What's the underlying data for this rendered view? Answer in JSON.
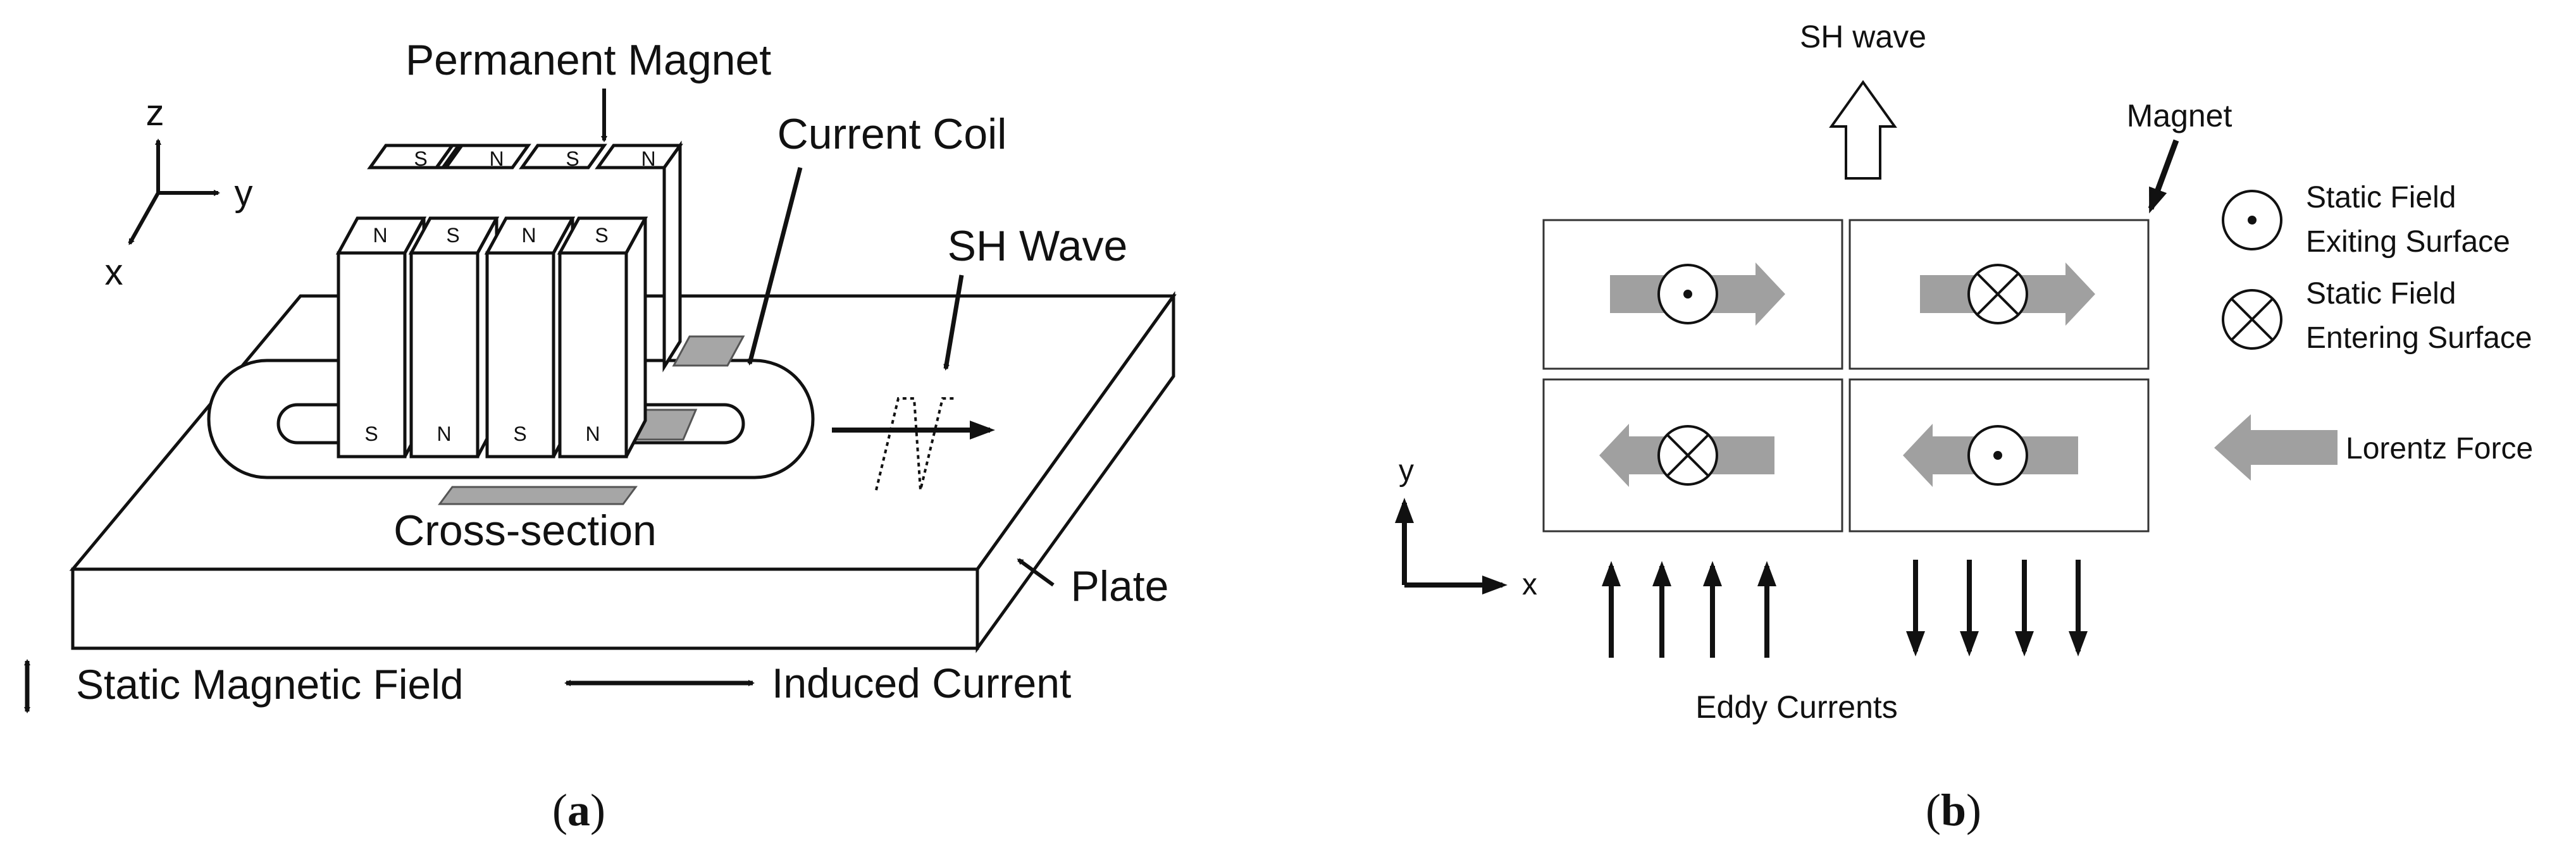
{
  "panel_a": {
    "axes": {
      "z": "z",
      "y": "y",
      "x": "x"
    },
    "labels": {
      "permanent_magnet": "Permanent Magnet",
      "current_coil": "Current Coil",
      "sh_wave": "SH Wave",
      "cross_section": "Cross-section",
      "plate": "Plate"
    },
    "magnet_poles_back": [
      "S",
      "N",
      "S",
      "N"
    ],
    "magnet_poles_front_top": [
      "N",
      "S",
      "N",
      "S"
    ],
    "magnet_poles_front_bottom": [
      "S",
      "N",
      "S",
      "N"
    ],
    "legend": {
      "static_field": "Static Magnetic Field",
      "induced_current": "Induced Current"
    },
    "caption": {
      "open": "(",
      "letter": "a",
      "close": ")"
    }
  },
  "panel_b": {
    "sh_wave": "SH wave",
    "magnet": "Magnet",
    "static_exit_line1": "Static Field",
    "static_exit_line2": "Exiting Surface",
    "static_enter_line1": "Static Field",
    "static_enter_line2": "Entering Surface",
    "lorentz_force": "Lorentz Force",
    "axis_y": "y",
    "axis_x": "x",
    "eddy_currents": "Eddy Currents",
    "caption": {
      "open": "(",
      "letter": "b",
      "close": ")"
    }
  },
  "colors": {
    "ink": "#111111",
    "gray_fill": "#a6a6a6",
    "gray_arrow": "#a0a0a0"
  }
}
